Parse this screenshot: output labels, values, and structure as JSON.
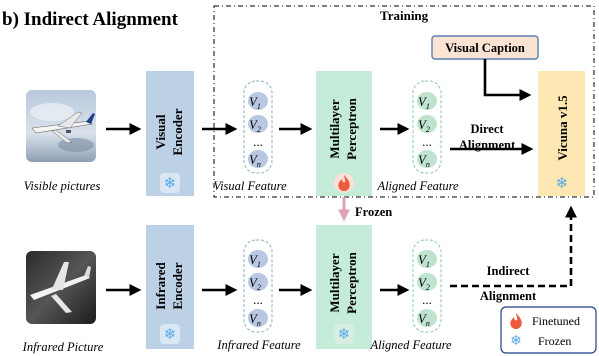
{
  "title": "b) Indirect Alignment",
  "training_label": "Training",
  "visual_caption": "Visual Caption",
  "visual_encoder": [
    "Visual",
    "Encoder"
  ],
  "infrared_encoder": [
    "Infrared",
    "Encoder"
  ],
  "mlp": [
    "Multilayer",
    "Perceptron"
  ],
  "vicuna": "Vicuna v1.5",
  "frozen_arrow_label": "Frozen",
  "direct_alignment": [
    "Direct",
    "Alignment"
  ],
  "indirect_alignment": [
    "Indirect",
    "Alignment"
  ],
  "captions": {
    "visible_pictures": "Visible pictures",
    "visual_feature": "Visual Feature",
    "aligned_feature_top": "Aligned Feature",
    "infrared_picture": "Infrared Picture",
    "infrared_feature": "Infrared Feature",
    "aligned_feature_bottom": "Aligned Feature"
  },
  "token_letter": "V",
  "token_subs": [
    "1",
    "2",
    "n"
  ],
  "ellipsis": "...",
  "legend": {
    "finetuned": "Finetuned",
    "frozen": "Frozen"
  },
  "colors": {
    "encoder": "#bcd0e6",
    "mlp": "#c5ebd9",
    "vicuna": "#fde7b3",
    "caption_fill": "#fbe3d4",
    "caption_border": "#5b7fb3",
    "token_blue": "#b9c8e2",
    "token_green": "#bfe3cf",
    "frozen_arrow": "#e0a3b3",
    "fire": "#ec5b3f",
    "snow": "#5aa9e6"
  }
}
